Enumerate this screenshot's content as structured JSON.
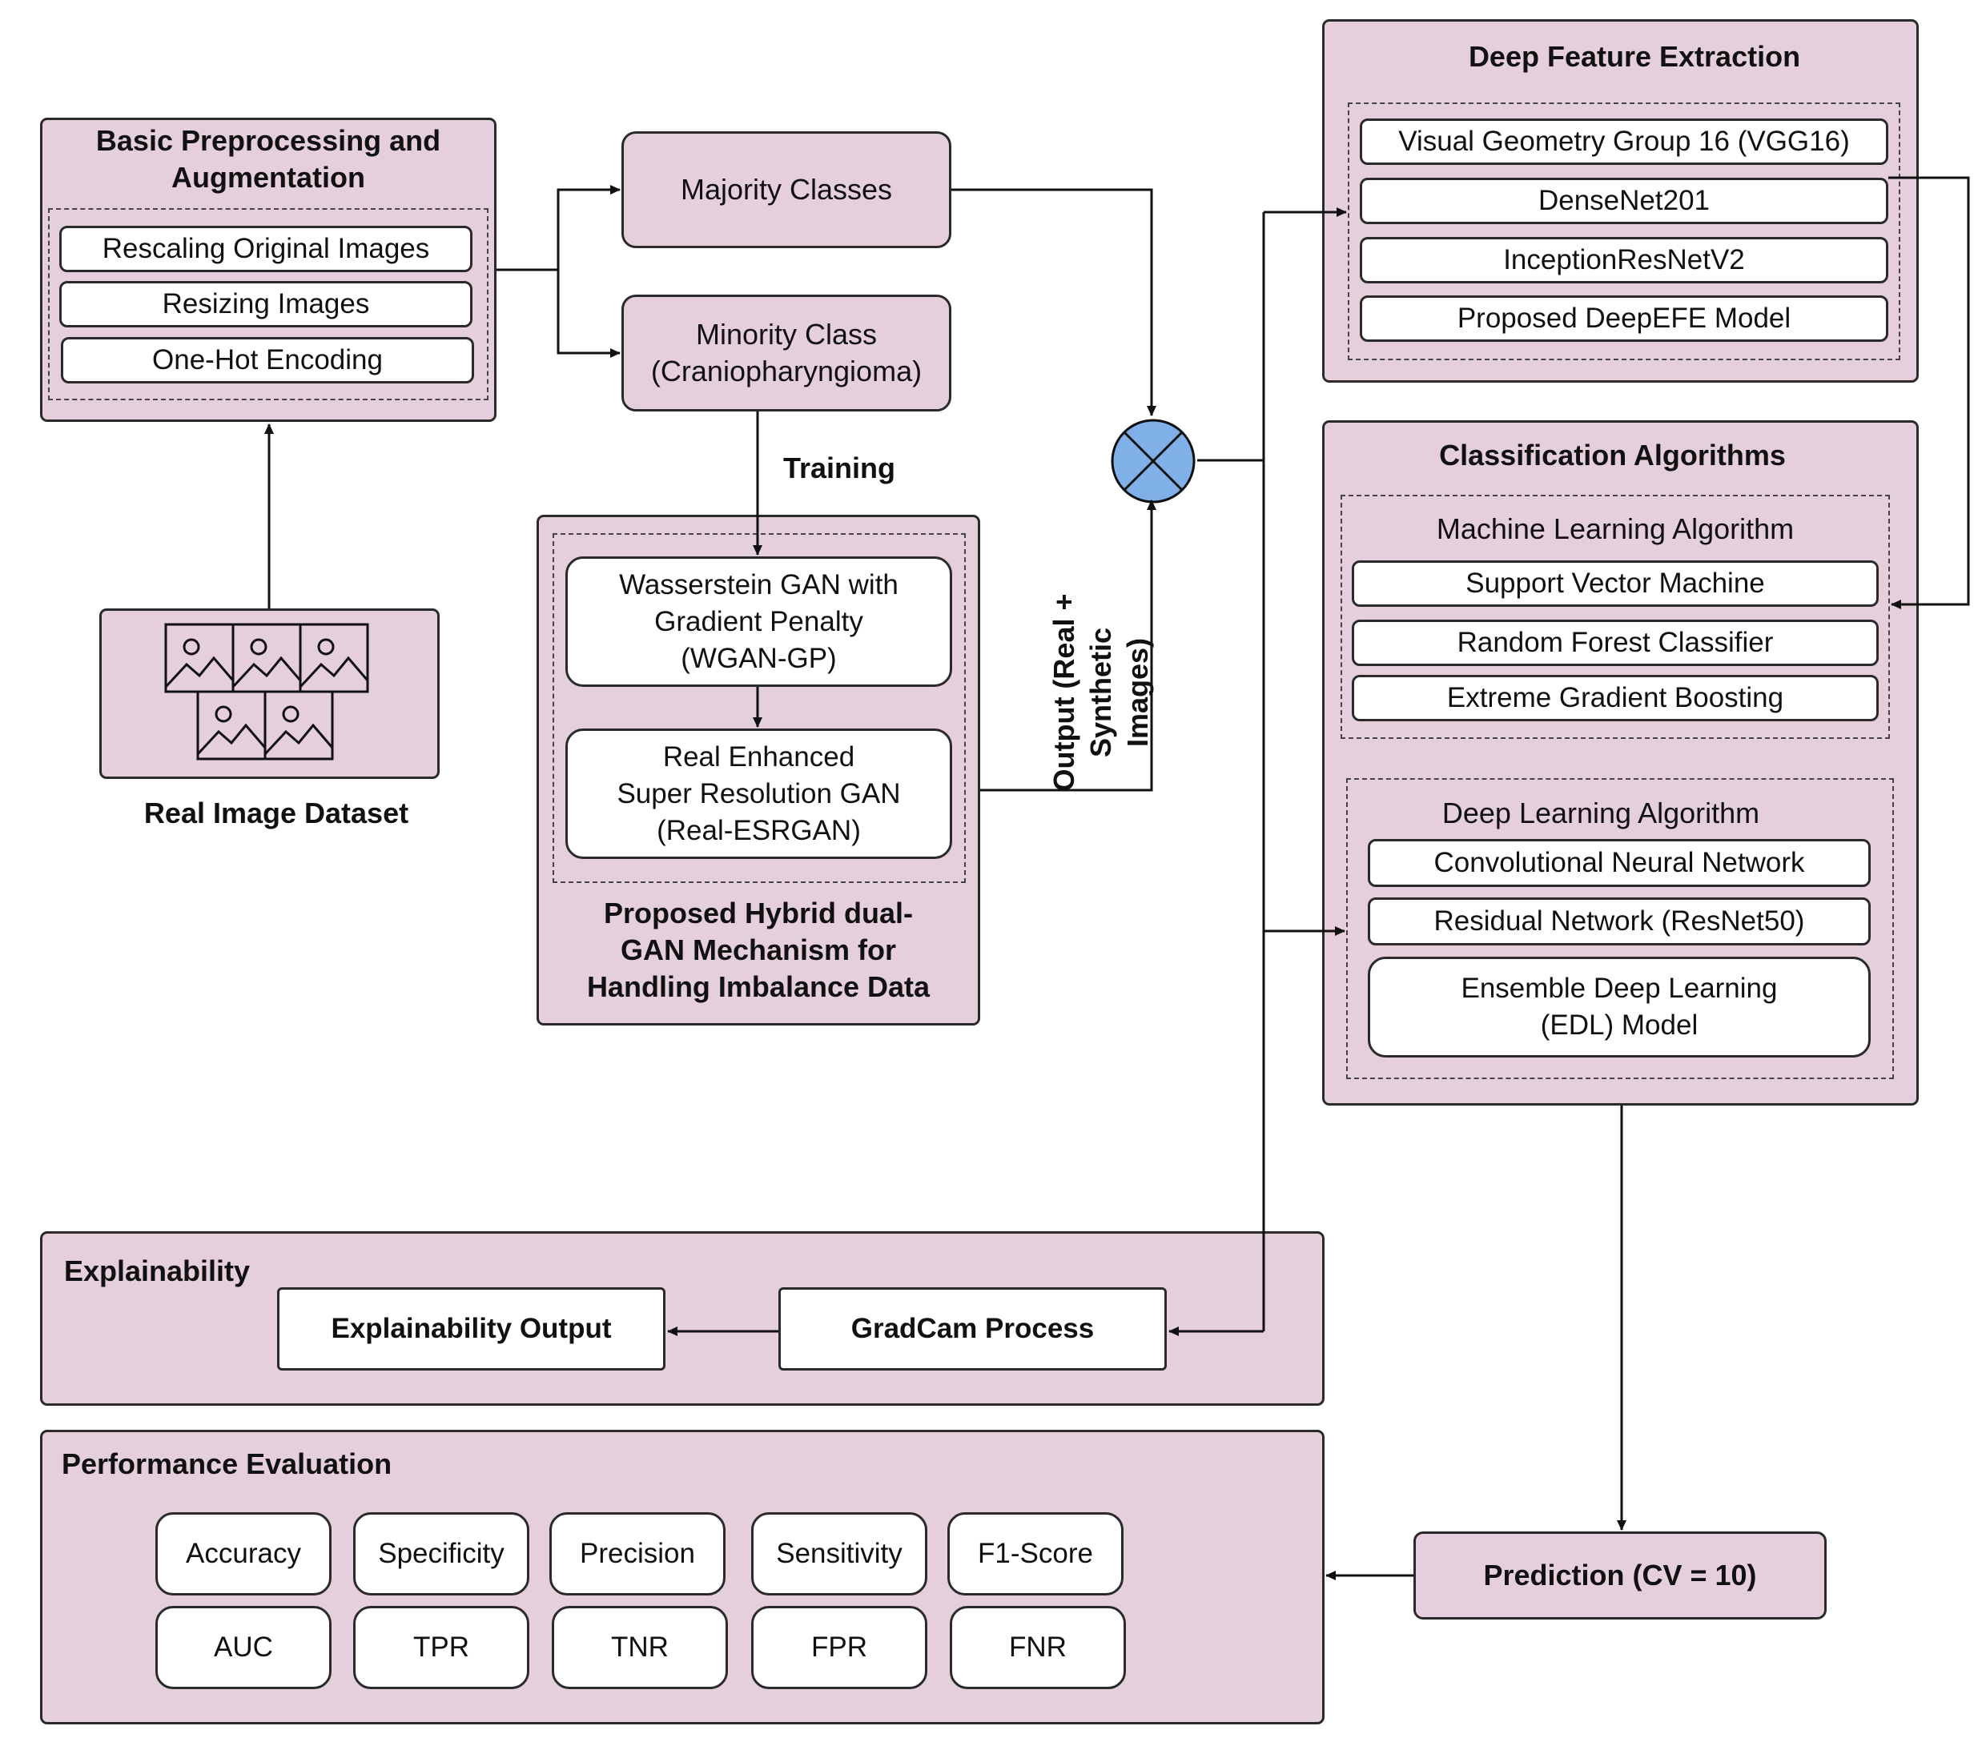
{
  "preprocessing": {
    "title": "Basic Preprocessing and\nAugmentation",
    "items": [
      "Rescaling Original Images",
      "Resizing Images",
      "One-Hot Encoding"
    ]
  },
  "dataset": {
    "label": "Real Image Dataset",
    "icon": "image-stack-icon"
  },
  "classes": {
    "majority": "Majority Classes",
    "minority": "Minority Class\n(Craniopharyngioma)"
  },
  "training_label": "Training",
  "gan": {
    "wgan": "Wasserstein GAN with\nGradient Penalty\n(WGAN-GP)",
    "esrgan": "Real Enhanced\nSuper Resolution GAN\n(Real-ESRGAN)",
    "title": "Proposed Hybrid dual-\nGAN Mechanism for\nHandling Imbalance Data"
  },
  "output_label": "Output (Real +\nSynthetic\nImages)",
  "combiner": {
    "icon": "cross-circle-icon"
  },
  "feature_extraction": {
    "title": "Deep Feature Extraction",
    "items": [
      "Visual Geometry Group 16 (VGG16)",
      "DenseNet201",
      "InceptionResNetV2",
      "Proposed DeepEFE Model"
    ]
  },
  "classification": {
    "title": "Classification Algorithms",
    "ml": {
      "title": "Machine Learning Algorithm",
      "items": [
        "Support Vector Machine",
        "Random Forest Classifier",
        "Extreme Gradient Boosting"
      ]
    },
    "dl": {
      "title": "Deep Learning Algorithm",
      "items": [
        "Convolutional Neural Network",
        "Residual Network (ResNet50)",
        "Ensemble Deep Learning\n(EDL) Model"
      ]
    }
  },
  "explainability": {
    "title": "Explainability",
    "output": "Explainability Output",
    "gradcam": "GradCam Process"
  },
  "performance": {
    "title": "Performance Evaluation",
    "metrics_row1": [
      "Accuracy",
      "Specificity",
      "Precision",
      "Sensitivity",
      "F1-Score"
    ],
    "metrics_row2": [
      "AUC",
      "TPR",
      "TNR",
      "FPR",
      "FNR"
    ]
  },
  "prediction": "Prediction (CV = 10)",
  "colors": {
    "panel_fill": "#e6cfdc",
    "combiner_fill": "#7fb0e8",
    "stroke": "#2a2a2a"
  }
}
